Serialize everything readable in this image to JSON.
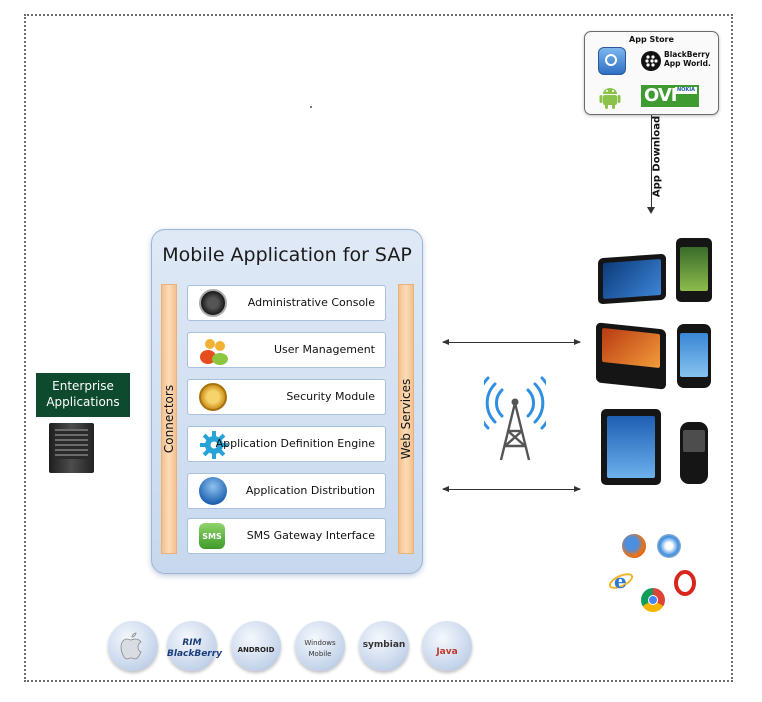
{
  "app_store": {
    "title": "App Store",
    "blackberry_label": "BlackBerry App World.",
    "ovi_label": "OVI",
    "nokia_label": "NOKIA"
  },
  "download_label": "App Download",
  "main": {
    "title": "Mobile Application for SAP",
    "left_bar": "Connectors",
    "right_bar": "Web Services",
    "modules": [
      {
        "label": "Administrative Console",
        "icon": "dial-icon"
      },
      {
        "label": "User Management",
        "icon": "users-icon"
      },
      {
        "label": "Security Module",
        "icon": "lock-icon"
      },
      {
        "label": "Application Definition Engine",
        "icon": "gear-icon"
      },
      {
        "label": "Application Distribution",
        "icon": "app-store-icon"
      },
      {
        "label": "SMS Gateway Interface",
        "icon": "sms-icon"
      }
    ]
  },
  "enterprise": {
    "label": "Enterprise Applications"
  },
  "platforms": [
    {
      "label": "",
      "icon": "apple-icon"
    },
    {
      "label": "RIM BlackBerry",
      "icon": "rim-blackberry-icon"
    },
    {
      "label": "ANDROID",
      "icon": "android-icon"
    },
    {
      "label": "Windows Mobile",
      "icon": "windows-mobile-icon"
    },
    {
      "label": "symbian",
      "icon": "symbian-icon"
    },
    {
      "label": "Java",
      "icon": "java-icon"
    }
  ],
  "colors": {
    "enterprise_bg": "#0d4a2e",
    "panel_bg": "#dfe9f6",
    "bar": "#f4c08e",
    "ovi_green": "#3e9b2f"
  }
}
